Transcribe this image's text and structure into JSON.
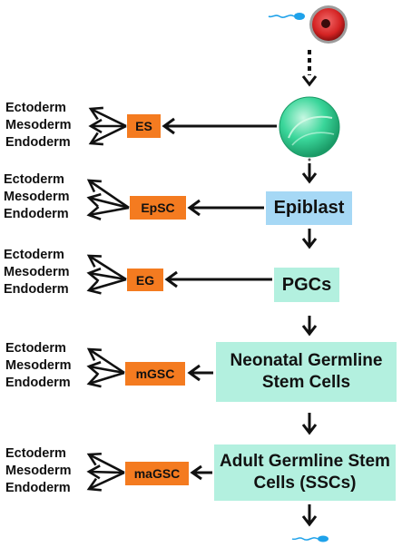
{
  "germ_layers": [
    "Ectoderm",
    "Mesoderm",
    "Endoderm"
  ],
  "derived_cells": [
    "ES",
    "EpSC",
    "EG",
    "mGSC",
    "maGSC"
  ],
  "lineage": {
    "epiblast": "Epiblast",
    "pgcs": "PGCs",
    "neonatal": "Neonatal Germline Stem Cells",
    "adult": "Adult Germline Stem Cells (SSCs)"
  },
  "colors": {
    "derived_box": "#f47b20",
    "epiblast_box": "#a6d8f5",
    "lineage_box": "#b3f0df",
    "blastocyst": "#2ecf8e",
    "oocyte": "#d42323",
    "sperm": "#1fa2ea"
  },
  "icons": [
    "sperm-icon",
    "oocyte-icon",
    "blastocyst-icon"
  ]
}
